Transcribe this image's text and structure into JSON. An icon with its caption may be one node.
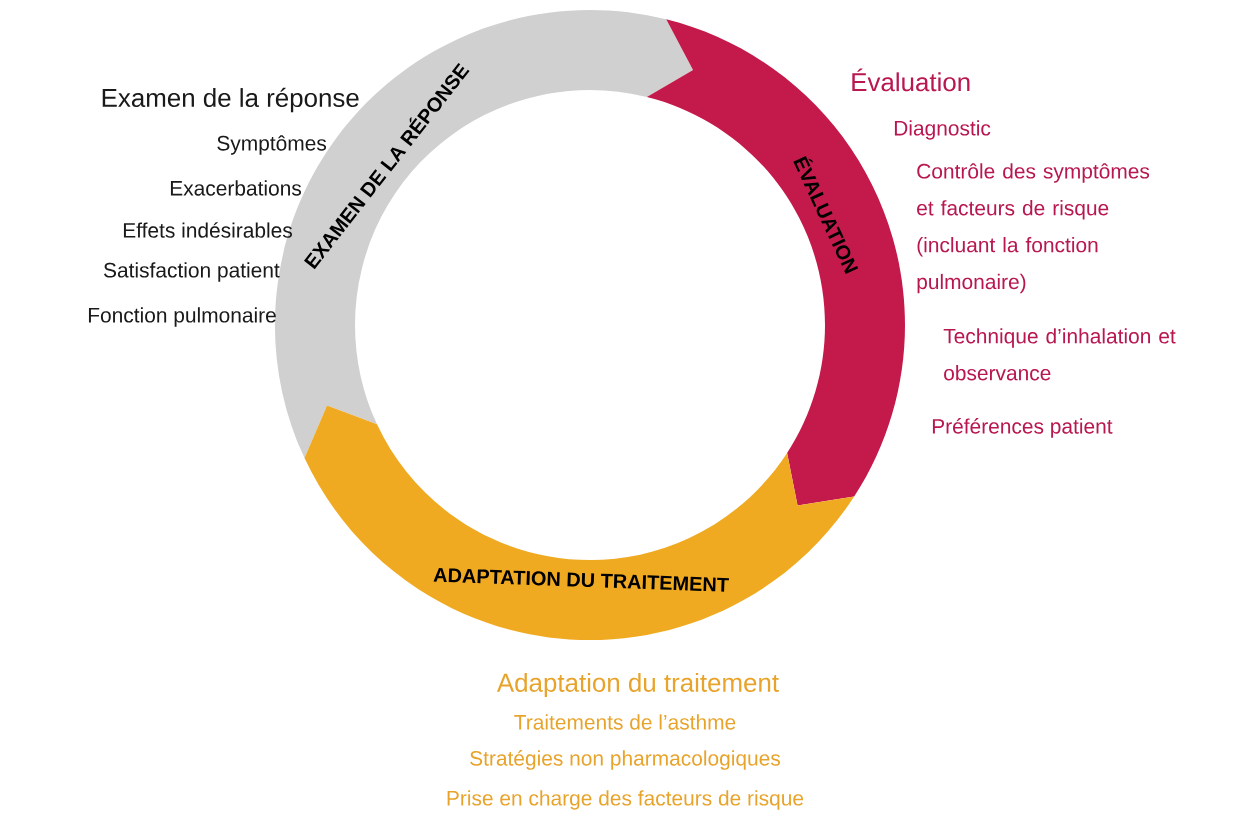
{
  "diagram": {
    "nodes": [
      {
        "text": [
          "EXAMEN DE LA RÉPONSE"
        ],
        "beside": [
          "Examen de la réponse",
          "Symptômes",
          "Exacerbations",
          "Effets indésirables",
          "Satisfaction patient",
          "Fonction pulmonaire"
        ]
      },
      {
        "text": [
          "ÉVALUATION"
        ],
        "beside": [
          "Évaluation",
          "Diagnostic",
          "Contrôle des symptômes et facteurs de risque (incluant la fonction pulmonaire)",
          "Technique d’inhalation et observance",
          "Préférences patient"
        ]
      },
      {
        "text": [
          "ADAPTATION DU TRAITEMENT"
        ],
        "beside": [
          "Adaptation du traitement",
          "Traitements de l’asthme",
          "Stratégies non pharmacologiques",
          "Prise en charge des facteurs de risque"
        ]
      }
    ]
  }
}
